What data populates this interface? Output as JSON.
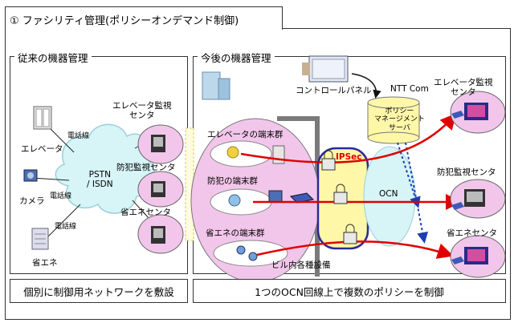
{
  "header": {
    "title": "① ファシリティ管理(ポリシーオンデマンド制御)"
  },
  "left": {
    "title": "従来の機器管理",
    "cloud": "PSTN\n/ ISDN",
    "devices": [
      "エレベータ",
      "カメラ",
      "省エネ"
    ],
    "phone_line": "電話線",
    "centers": [
      "エレベータ監視\nセンタ",
      "防犯監視センタ",
      "省エネセンタ"
    ],
    "footer": "個別に制御用ネットワークを敷設"
  },
  "right": {
    "title": "今後の機器管理",
    "control_panel": "コントロールパネル",
    "ntt": "NTT Com",
    "server": "ポリシー\nマネージメント\nサーバ",
    "ipsec": "IPSec",
    "ocn": "OCN",
    "groups": [
      "エレベータの端末群",
      "防犯の端末群",
      "省エネの端末群"
    ],
    "building_equipment": "ビル内各種設備",
    "centers": [
      "エレベータ監視\nセンタ",
      "防犯監視センタ",
      "省エネセンタ"
    ],
    "footer": "1つのOCN回線上で複数のポリシーを制御"
  },
  "colors": {
    "pink": "#f2c6ea",
    "cloud": "#d7f4f7",
    "ipsec": "#fff7a8",
    "arrow": "#e00000",
    "dash": "#1a3fb0"
  }
}
